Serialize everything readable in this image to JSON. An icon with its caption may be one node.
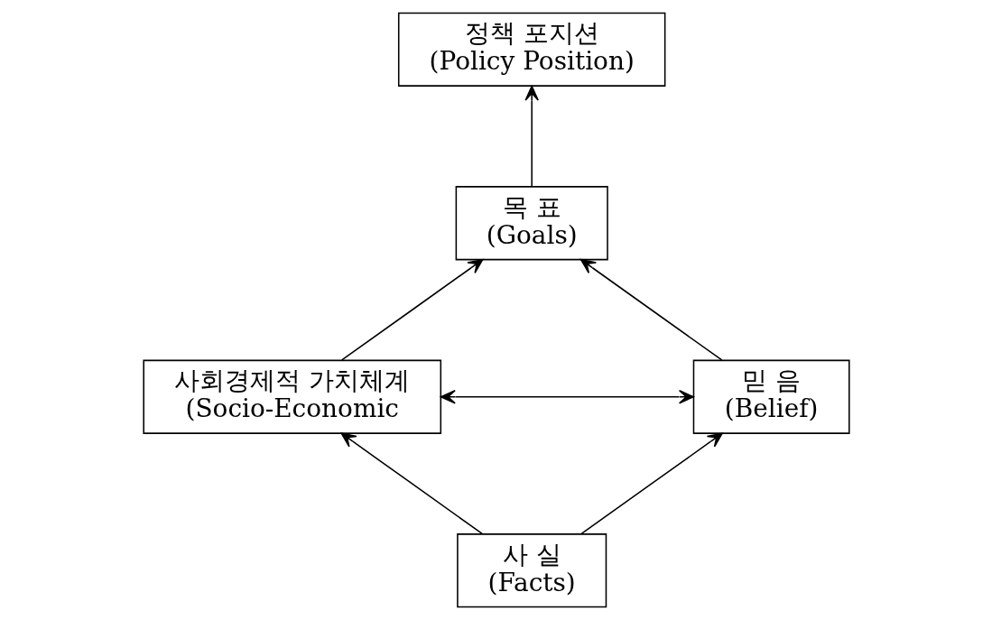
{
  "diagram": {
    "nodes": [
      {
        "text": [
          "정책 포지션",
          "(Policy Position)"
        ]
      },
      {
        "text": [
          "목 표",
          "(Goals)"
        ]
      },
      {
        "text": [
          "사회경제적 가치체계",
          "(Socio-Economic"
        ]
      },
      {
        "text": [
          "믿 음",
          "(Belief)"
        ]
      },
      {
        "text": [
          "사 실",
          "(Facts)"
        ]
      }
    ],
    "edges": [
      {
        "from": 1,
        "to": 0,
        "arrow": "to"
      },
      {
        "from": 2,
        "to": 1,
        "arrow": "to"
      },
      {
        "from": 3,
        "to": 1,
        "arrow": "to"
      },
      {
        "from": 2,
        "to": 3,
        "arrow": "both"
      },
      {
        "from": 4,
        "to": 2,
        "arrow": "to"
      },
      {
        "from": 4,
        "to": 3,
        "arrow": "to"
      }
    ]
  }
}
